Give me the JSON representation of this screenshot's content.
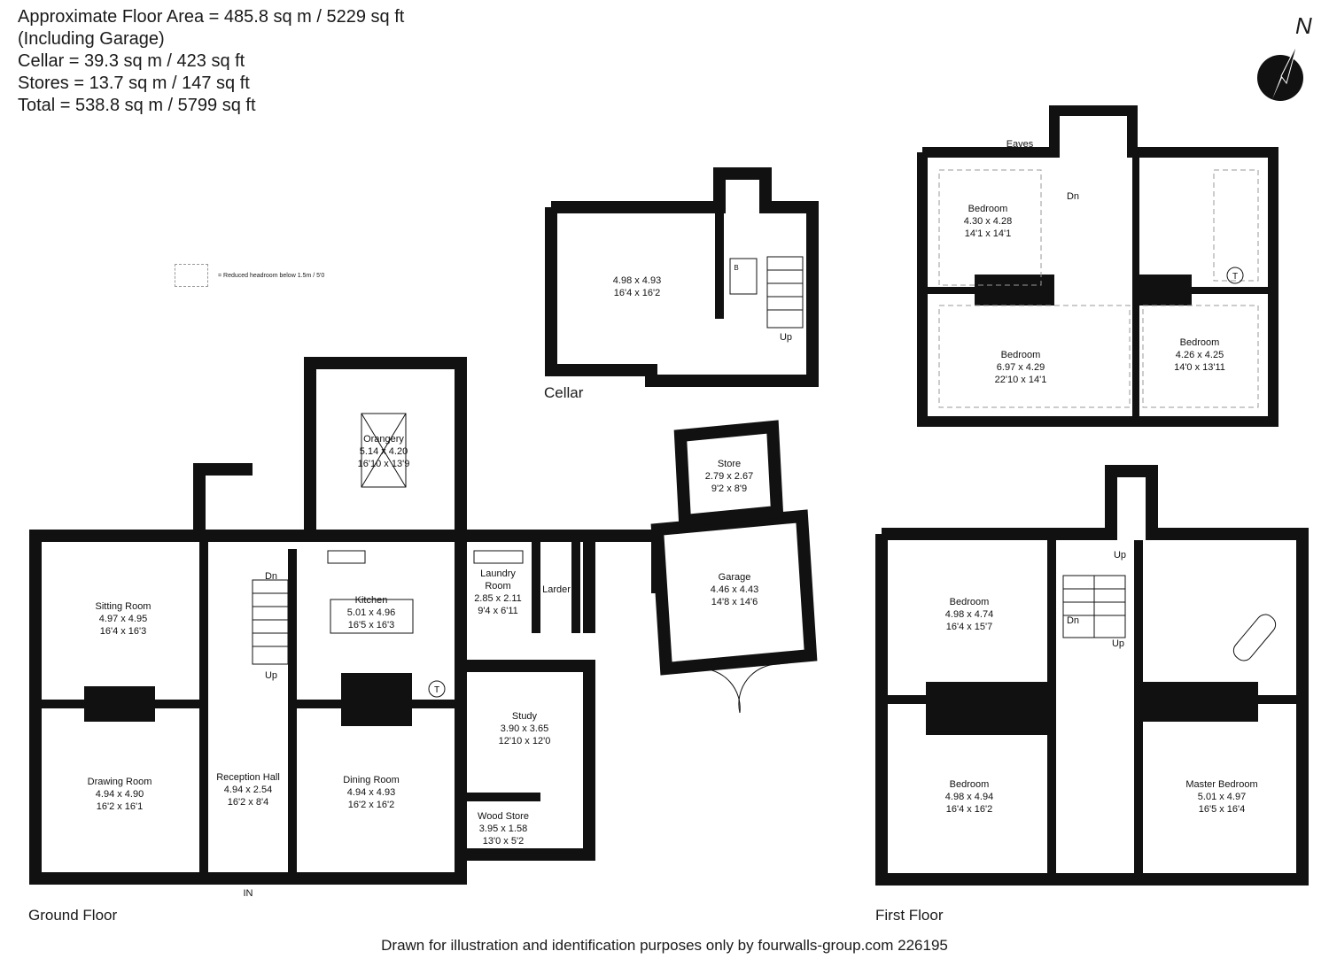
{
  "header": {
    "lines": [
      "Approximate Floor Area = 485.8 sq m / 5229 sq ft",
      "(Including Garage)",
      "Cellar = 39.3 sq m / 423 sq ft",
      "Stores = 13.7 sq m / 147 sq ft",
      "Total = 538.8 sq m / 5799 sq ft"
    ]
  },
  "compass_letter": "N",
  "key_text": "= Reduced headroom below 1.5m / 5'0",
  "floors": {
    "ground": "Ground Floor",
    "first": "First Floor",
    "cellar": "Cellar"
  },
  "rooms": {
    "sitting": {
      "name": "Sitting Room",
      "m": "4.97 x 4.95",
      "ft": "16'4 x 16'3"
    },
    "drawing": {
      "name": "Drawing Room",
      "m": "4.94 x 4.90",
      "ft": "16'2 x 16'1"
    },
    "reception": {
      "name": "Reception Hall",
      "m": "4.94 x 2.54",
      "ft": "16'2 x 8'4"
    },
    "kitchen": {
      "name": "Kitchen",
      "m": "5.01 x 4.96",
      "ft": "16'5 x 16'3"
    },
    "dining": {
      "name": "Dining Room",
      "m": "4.94 x 4.93",
      "ft": "16'2 x 16'2"
    },
    "orangery": {
      "name": "Orangery",
      "m": "5.14 x 4.20",
      "ft": "16'10 x 13'9"
    },
    "laundry": {
      "name": "Laundry",
      "name2": "Room",
      "m": "2.85 x 2.11",
      "ft": "9'4 x 6'11"
    },
    "larder": {
      "name": "Larder"
    },
    "study": {
      "name": "Study",
      "m": "3.90 x 3.65",
      "ft": "12'10 x 12'0"
    },
    "woodstore": {
      "name": "Wood Store",
      "m": "3.95 x 1.58",
      "ft": "13'0 x 5'2"
    },
    "store": {
      "name": "Store",
      "m": "2.79 x 2.67",
      "ft": "9'2 x 8'9"
    },
    "garage": {
      "name": "Garage",
      "m": "4.46 x 4.43",
      "ft": "14'8 x 14'6"
    },
    "cellar_room": {
      "m": "4.98 x 4.93",
      "ft": "16'4 x 16'2"
    },
    "ff_bed1": {
      "name": "Bedroom",
      "m": "4.98 x 4.74",
      "ft": "16'4 x 15'7"
    },
    "ff_bed2": {
      "name": "Bedroom",
      "m": "4.98 x 4.94",
      "ft": "16'4 x 16'2"
    },
    "master": {
      "name": "Master Bedroom",
      "m": "5.01 x 4.97",
      "ft": "16'5 x 16'4"
    },
    "sf_bed1": {
      "name": "Bedroom",
      "m": "4.30 x 4.28",
      "ft": "14'1 x 14'1"
    },
    "sf_bed2": {
      "name": "Bedroom",
      "m": "6.97 x 4.29",
      "ft": "22'10 x 14'1"
    },
    "sf_bed3": {
      "name": "Bedroom",
      "m": "4.26 x 4.25",
      "ft": "14'0 x 13'11"
    }
  },
  "labels": {
    "up": "Up",
    "dn": "Dn",
    "in": "IN",
    "eaves": "Eaves",
    "t": "T",
    "b": "B"
  },
  "footer": "Drawn for illustration and identification purposes only by fourwalls-group.com 226195"
}
